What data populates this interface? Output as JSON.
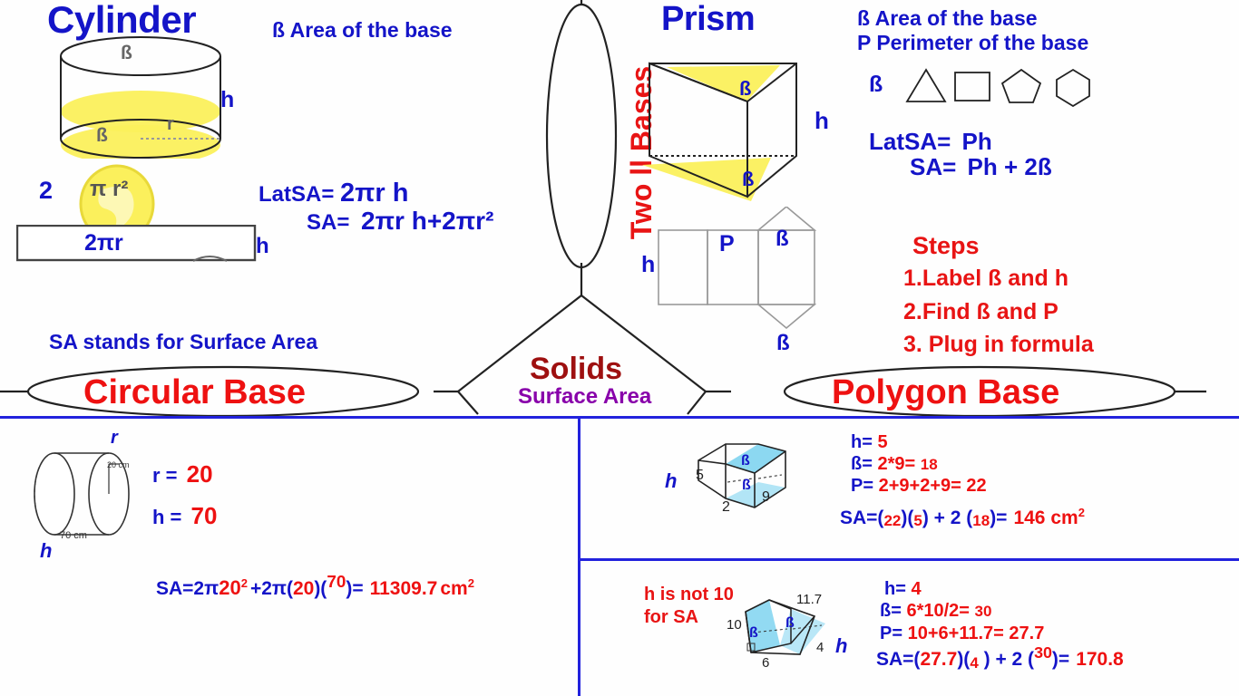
{
  "document": {
    "kind": "concept-map-whiteboard",
    "subject": "Solids Surface Area"
  },
  "colors": {
    "blue": "#1414c8",
    "red": "#ee1111",
    "dark_red": "#9e1010",
    "purple": "#8800aa",
    "highlight_yellow": "#fbf05c",
    "highlight_cyan": "#7fd4f0",
    "panel_border_blue": "#2222dd"
  },
  "center_node": {
    "title": "Solids",
    "subtitle": "Surface Area"
  },
  "branch_labels": {
    "left_oval": "Circular Base",
    "right_oval": "Polygon Base",
    "top_oval": "Two ll Bases"
  },
  "cylinder": {
    "title": "Cylinder",
    "legend": "ß  Area of the base",
    "solid_labels": {
      "top_base": "ß",
      "bottom_base": "ß",
      "height": "h",
      "radius": "r"
    },
    "net_labels": {
      "two": "2",
      "circle": "π r²",
      "rectangle_width": "2πr",
      "rectangle_height": "h"
    },
    "formulas": [
      {
        "name": "LatSA=",
        "body": "2πr h"
      },
      {
        "name": "SA=",
        "body": "2πr h+2πr²"
      }
    ],
    "note": "SA stands for Surface Area"
  },
  "prism": {
    "title": "Prism",
    "legend_lines": [
      "ß  Area of the base",
      "P Perimeter of the base"
    ],
    "shape_row_label": "ß",
    "shape_row": [
      "triangle",
      "square",
      "pentagon",
      "hexagon"
    ],
    "solid_labels": {
      "top_base": "ß",
      "bottom_base": "ß",
      "height": "h"
    },
    "net_labels": {
      "height": "h",
      "perimeter": "P",
      "base_top": "ß",
      "base_bottom": "ß"
    },
    "formulas": [
      {
        "name": "LatSA=",
        "body": "Ph"
      },
      {
        "name": "SA=",
        "body": "Ph + 2ß"
      }
    ]
  },
  "steps": {
    "heading": "Steps",
    "items": [
      "1.Label ß and h",
      "2.Find ß and P",
      "3. Plug in formula"
    ]
  },
  "examples": {
    "cylinder": {
      "figure_labels": {
        "radius_tick": "20 cm",
        "length_tick": "70 cm",
        "hand_r": "r",
        "hand_h": "h"
      },
      "given": [
        {
          "label": "r =",
          "value": "20"
        },
        {
          "label": "h =",
          "value": "70"
        }
      ],
      "work": {
        "prefix": "SA=2π",
        "term1": "20",
        "term1_sup": "2",
        "mid": "+2π(",
        "term2": "20",
        "mid2": ")(",
        "term3": "70",
        "suffix": ")=",
        "result": "11309.7",
        "unit": "cm",
        "unit_sup": "2"
      }
    },
    "rect_prism": {
      "figure_labels": {
        "left_edge": "5",
        "front_edge": "2",
        "right_edge": "9",
        "base_top": "ß",
        "base_bottom": "ß",
        "hand_h": "h"
      },
      "given": [
        {
          "label": "h=",
          "value": "5"
        },
        {
          "label": "ß=",
          "expr": "2*9=",
          "value": "18"
        },
        {
          "label": "P=",
          "expr": "2+9+2+9=",
          "value": "22"
        }
      ],
      "work": {
        "prefix": "SA=(",
        "p": "22",
        "mid": ")(",
        "h": "5",
        "mid2": ") + 2 (",
        "b": "18",
        "suffix": ")=",
        "result": "146 cm",
        "result_sup": "2"
      }
    },
    "tri_prism": {
      "warning": [
        "h is not 10",
        "for SA"
      ],
      "figure_labels": {
        "slant": "11.7",
        "left_edge": "10",
        "depth": "4",
        "base_edge": "6",
        "base_top": "ß",
        "base_bottom": "ß",
        "hand_h": "h"
      },
      "given": [
        {
          "label": "h=",
          "value": "4"
        },
        {
          "label": "ß=",
          "expr": "6*10/2=",
          "value": "30"
        },
        {
          "label": "P=",
          "expr": "10+6+11.7=",
          "value": "27.7"
        }
      ],
      "work": {
        "prefix": "SA=(",
        "p": "27.7",
        "mid": ")(",
        "h": "4",
        "mid2": " ) + 2 (",
        "b": "30",
        "suffix": ")=",
        "result": "170.8"
      }
    }
  }
}
